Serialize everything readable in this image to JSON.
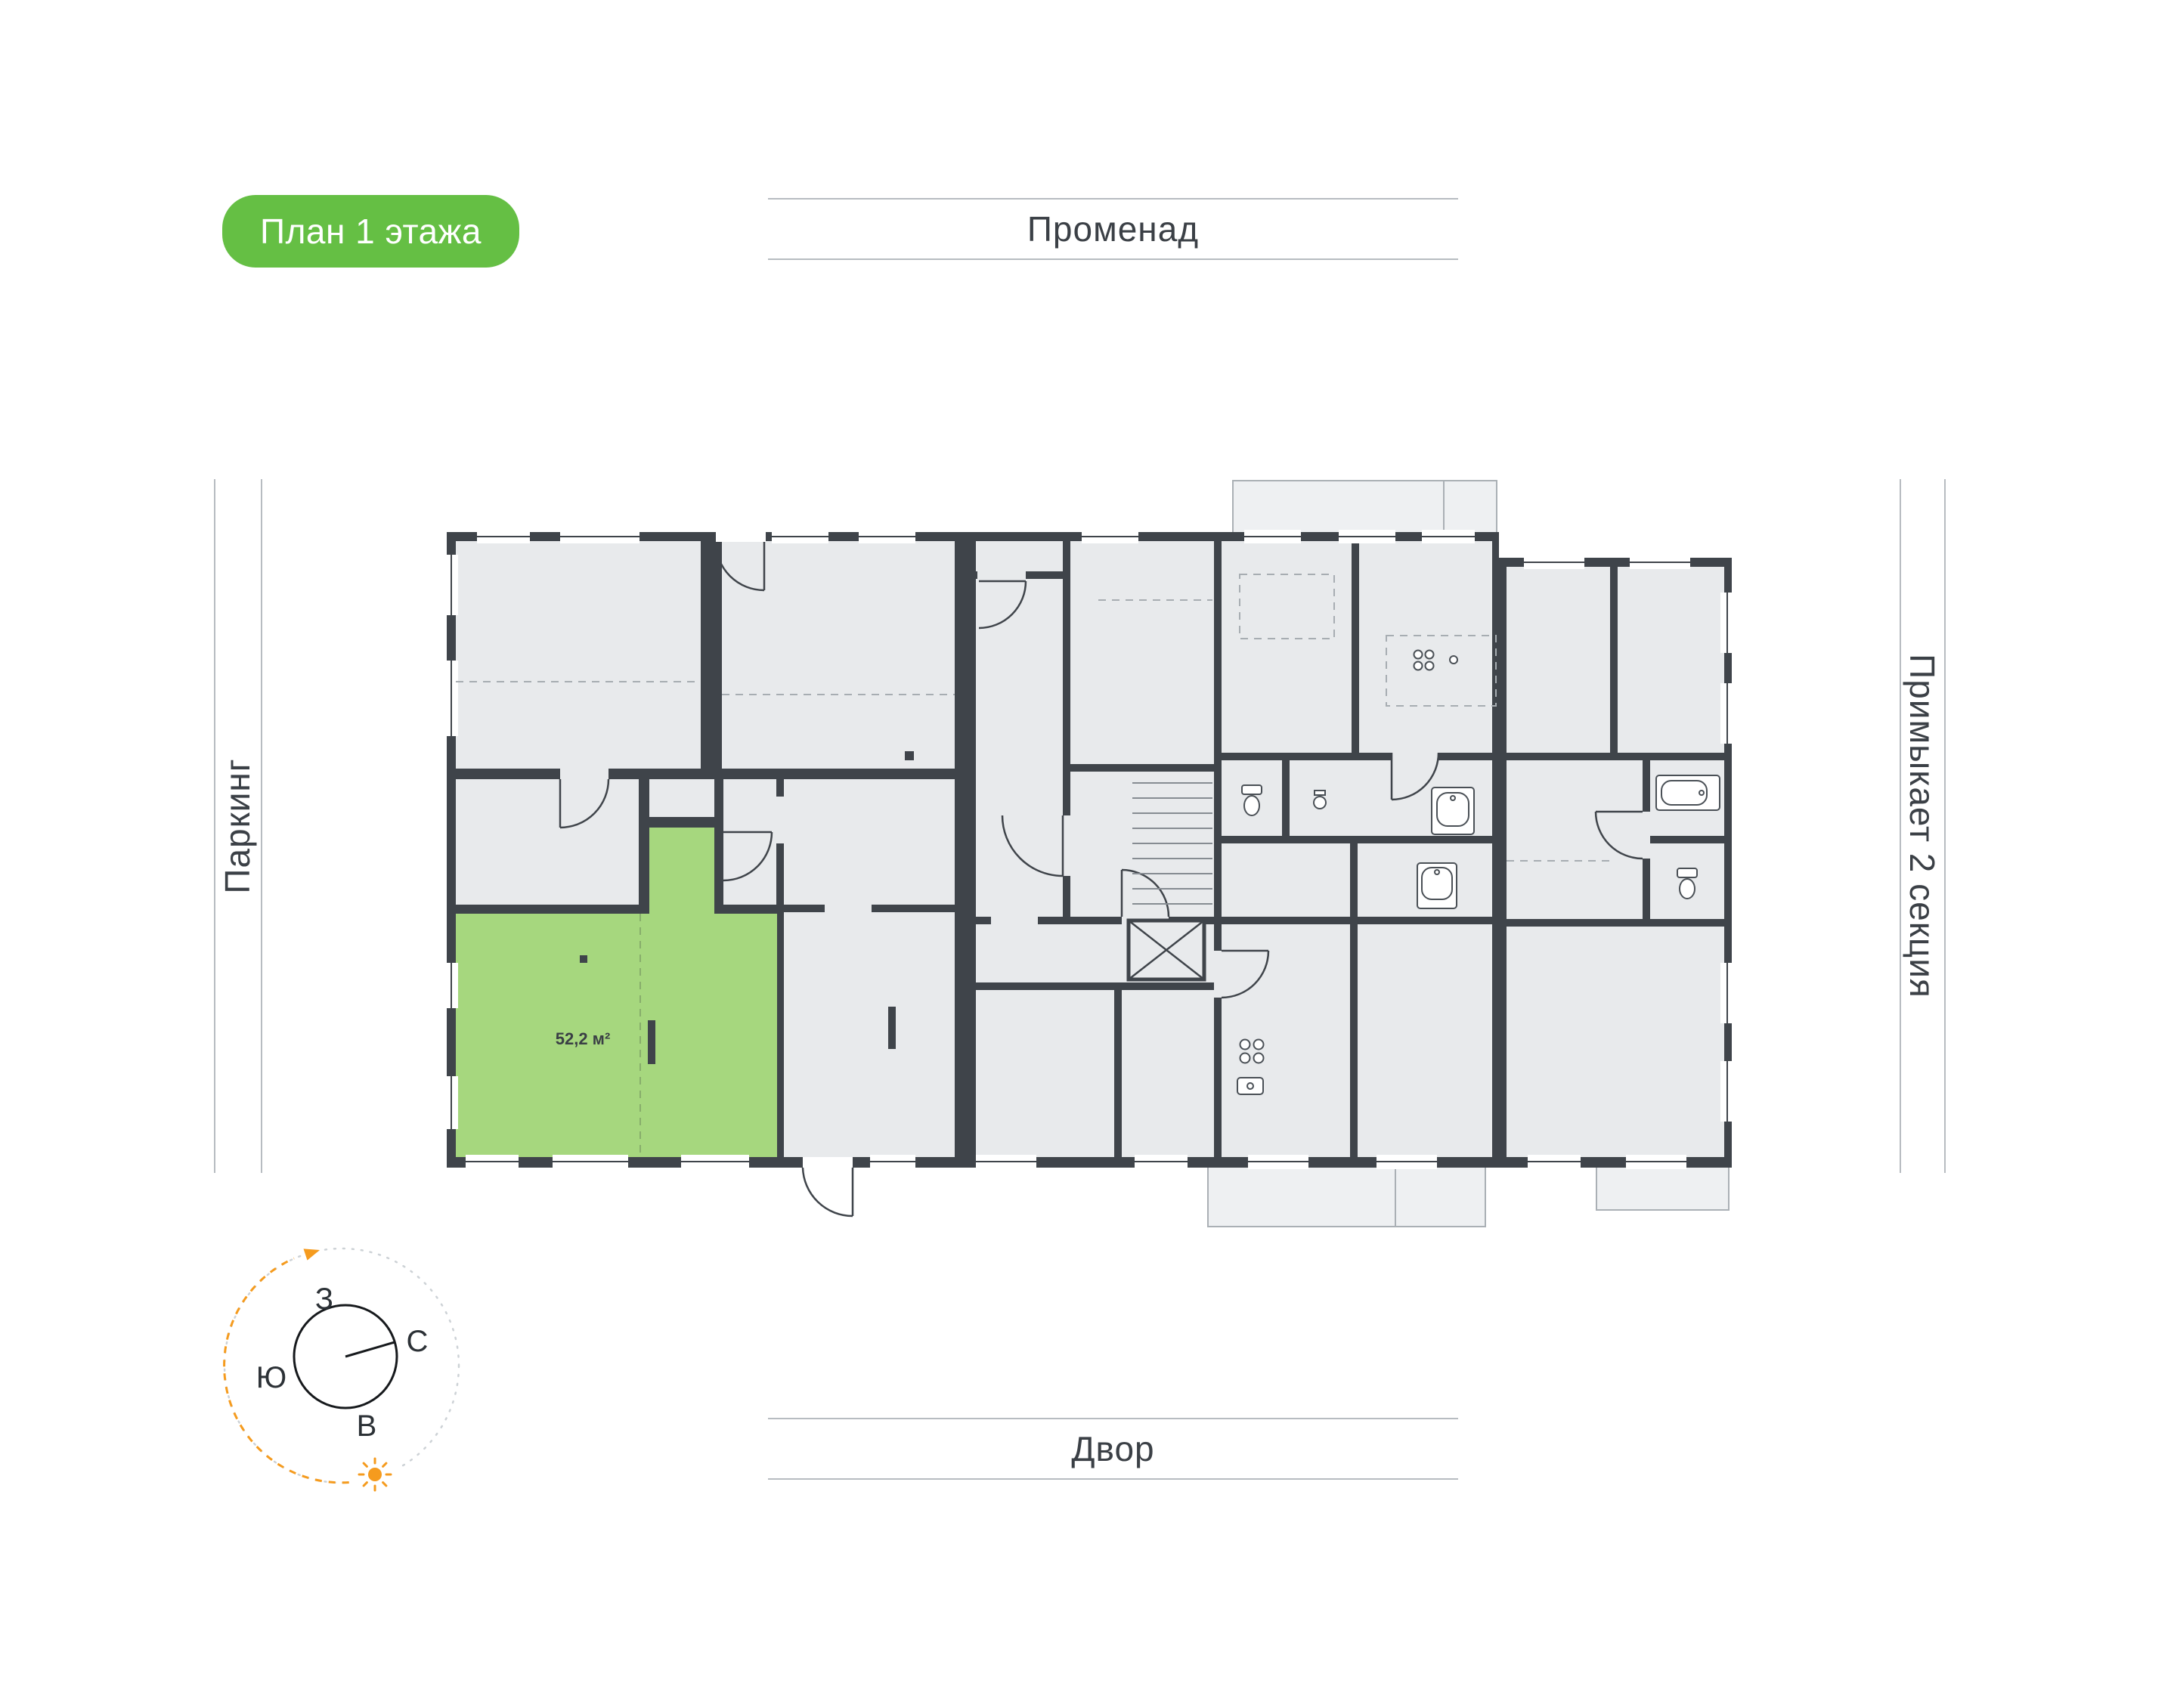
{
  "badge": {
    "label": "План 1 этажа"
  },
  "surroundings": {
    "top": "Променад",
    "bottom": "Двор",
    "left": "Паркинг",
    "right": "Примыкает 2 секция"
  },
  "plan": {
    "highlighted_unit": {
      "area": "52,2 м²"
    }
  },
  "compass": {
    "points": {
      "top": "З",
      "right": "С",
      "bottom": "В",
      "left": "Ю"
    }
  },
  "theme": {
    "badge_green": "#65bf44",
    "unit_green": "#a6d77e",
    "wall_dark": "#3f444a",
    "room_gray": "#e8eaec",
    "accent_orange": "#f59b1e",
    "rule_gray": "#b7bcc1"
  }
}
